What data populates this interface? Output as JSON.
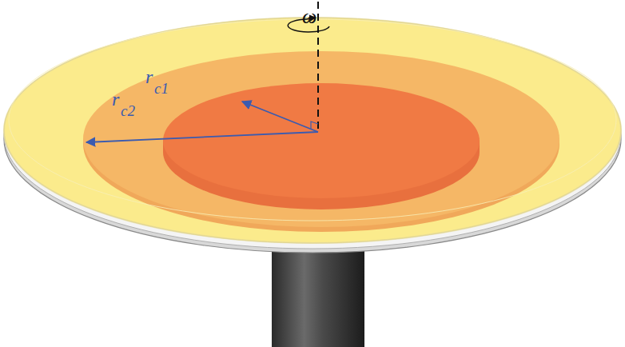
{
  "diagram": {
    "labels": [
      "ω",
      "r",
      "c1",
      "r",
      "c2"
    ]
  }
}
